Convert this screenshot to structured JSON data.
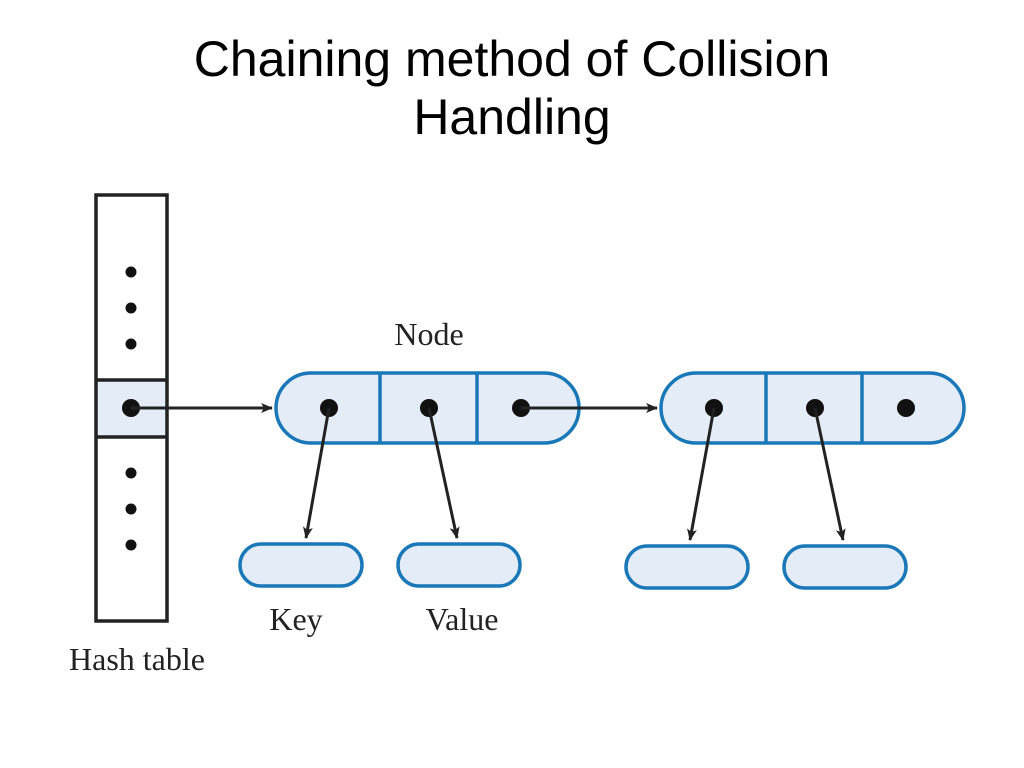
{
  "title": {
    "line1": "Chaining method of Collision",
    "line2": "Handling"
  },
  "diagram": {
    "node_label": "Node",
    "key_label": "Key",
    "value_label": "Value",
    "hash_table_label": "Hash table"
  },
  "colors": {
    "node_fill": "#e3ecf7",
    "node_stroke": "#1a78b8",
    "arrow": "#222222",
    "table_stroke": "#222222"
  }
}
